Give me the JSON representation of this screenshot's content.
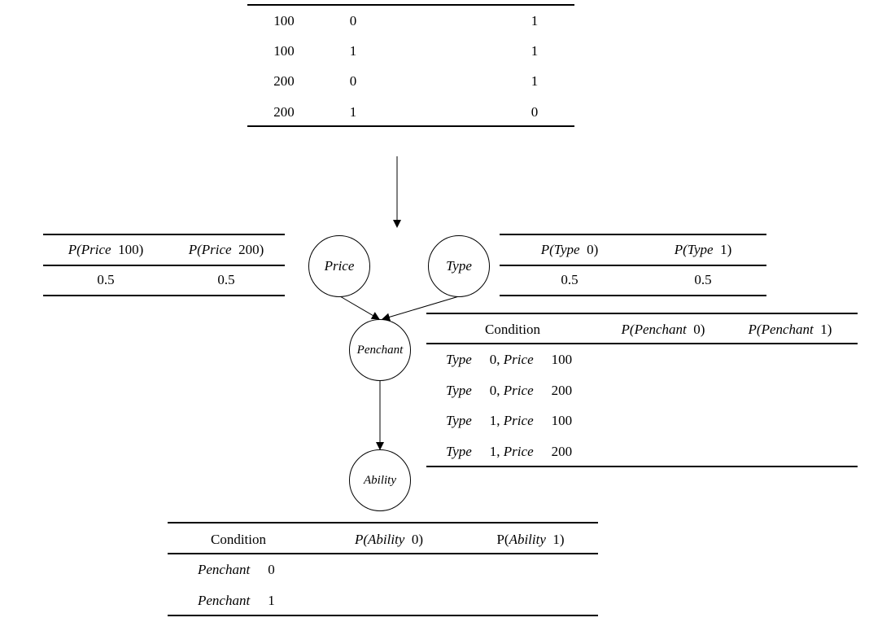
{
  "data_table": {
    "rows": [
      [
        "100",
        "0",
        "1"
      ],
      [
        "100",
        "1",
        "1"
      ],
      [
        "200",
        "0",
        "1"
      ],
      [
        "200",
        "1",
        "0"
      ]
    ]
  },
  "nodes": {
    "price": "Price",
    "type": "Type",
    "penchant": "Penchant",
    "ability": "Ability"
  },
  "price_cpt": {
    "headers": [
      {
        "p": "P(",
        "var": "Price",
        "val": "100)"
      },
      {
        "p": "P(",
        "var": "Price",
        "val": "200)"
      }
    ],
    "values": [
      "0.5",
      "0.5"
    ]
  },
  "type_cpt": {
    "headers": [
      {
        "p": "P(",
        "var": "Type",
        "val": "0)"
      },
      {
        "p": "P(",
        "var": "Type",
        "val": "1)"
      }
    ],
    "values": [
      "0.5",
      "0.5"
    ]
  },
  "penchant_cpt": {
    "condition_header": "Condition",
    "headers": [
      {
        "p": "P(",
        "var": "Penchant",
        "val": "0)"
      },
      {
        "p": "P(",
        "var": "Penchant",
        "val": "1)"
      }
    ],
    "rows": [
      {
        "v1": "Type",
        "a": "0,",
        "v2": "Price",
        "b": "100"
      },
      {
        "v1": "Type",
        "a": "0,",
        "v2": "Price",
        "b": "200"
      },
      {
        "v1": "Type",
        "a": "1,",
        "v2": "Price",
        "b": "100"
      },
      {
        "v1": "Type",
        "a": "1,",
        "v2": "Price",
        "b": "200"
      }
    ]
  },
  "ability_cpt": {
    "condition_header": "Condition",
    "headers": [
      {
        "p": "P(",
        "var": "Ability",
        "val": "0)"
      },
      {
        "p": "P(",
        "var": "Ability",
        "val": "1)"
      }
    ],
    "rows": [
      {
        "v": "Penchant",
        "a": "0"
      },
      {
        "v": "Penchant",
        "a": "1"
      }
    ]
  }
}
